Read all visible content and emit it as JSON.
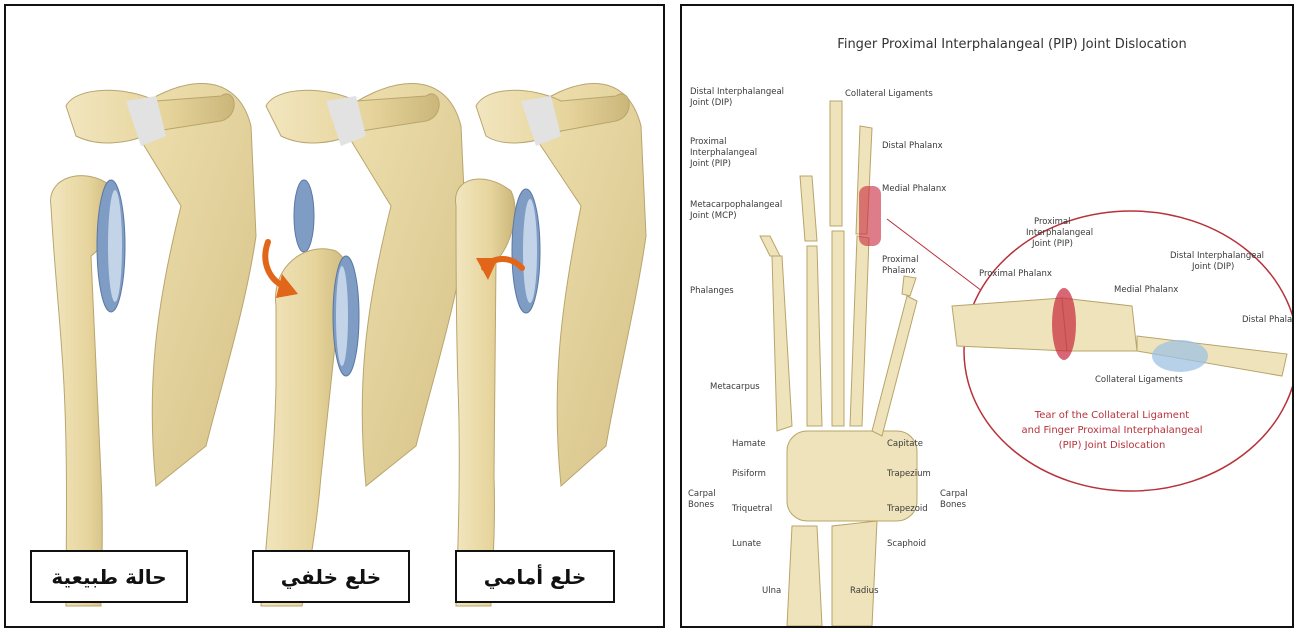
{
  "left": {
    "captions": {
      "normal": "حالة طبيعية",
      "posterior": "خلع خلفي",
      "anterior": "خلع أمامي"
    }
  },
  "right": {
    "title": "Finger Proximal Interphalangeal (PIP) Joint Dislocation",
    "labels": {
      "dip": [
        "Distal Interphalangeal",
        "Joint (DIP)"
      ],
      "pip": [
        "Proximal",
        "Interphalangeal",
        "Joint (PIP)"
      ],
      "mcp": [
        "Metacarpophalangeal",
        "Joint (MCP)"
      ],
      "phalanges": "Phalanges",
      "metacarpus": "Metacarpus",
      "collateral": "Collateral Ligaments",
      "distal_phalanx": "Distal Phalanx",
      "medial_phalanx": "Medial Phalanx",
      "proximal_phalanx": [
        "Proximal",
        "Phalanx"
      ],
      "hamate": "Hamate",
      "pisiform": "Pisiform",
      "triquetral": "Triquetral",
      "lunate": "Lunate",
      "carpal_bones": [
        "Carpal",
        "Bones"
      ],
      "capitate": "Capitate",
      "trapezium": "Trapezium",
      "trapezoid": "Trapezoid",
      "scaphoid": "Scaphoid",
      "ulna": "Ulna",
      "radius": "Radius"
    },
    "inset": {
      "proximal_phalanx": "Proximal Phalanx",
      "pip": [
        "Proximal",
        "Interphalangeal",
        "Joint (PIP)"
      ],
      "dip": [
        "Distal Interphalangeal",
        "Joint (DIP)"
      ],
      "medial_phalanx": "Medial Phalanx",
      "distal_phalanx": "Distal Phalanx",
      "collateral": "Collateral Ligaments",
      "caption": [
        "Tear of the Collateral Ligament",
        "and Finger Proximal Interphalangeal",
        "(PIP) Joint Dislocation"
      ]
    }
  },
  "colors": {
    "bone": "#e9d9a6",
    "bone_shadow": "#c9b57c",
    "cartilage": "#7f9cc4",
    "ligament": "#d8d8d8",
    "arrow": "#e2661a",
    "injury": "#c8263a",
    "caption_red": "#b7323a"
  }
}
